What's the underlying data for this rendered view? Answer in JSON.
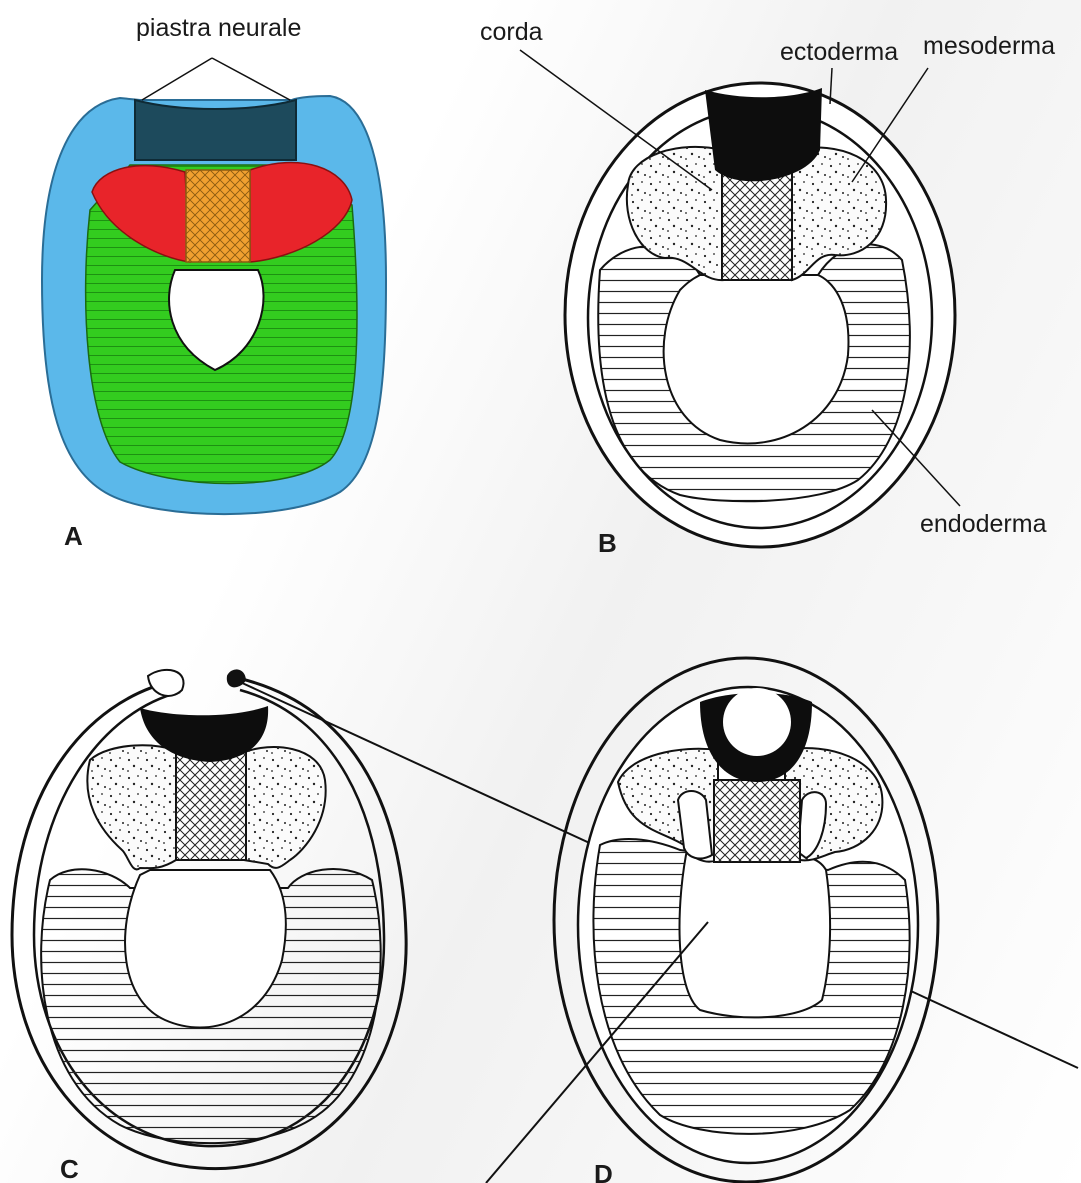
{
  "labels": {
    "neural_plate": "piastra neurale",
    "notochord": "corda",
    "ectoderm": "ectoderma",
    "mesoderm": "mesoderma",
    "endoderm": "endoderma"
  },
  "panels": {
    "a": "A",
    "b": "B",
    "c": "C",
    "d": "D"
  },
  "colors": {
    "ectoderm_blue": "#5bb8ea",
    "neural_plate_dark": "#1d4a5c",
    "mesoderm_red": "#e8242a",
    "notochord_orange": "#f0a030",
    "endoderm_green": "#33cc1f",
    "line_black": "#111111"
  }
}
